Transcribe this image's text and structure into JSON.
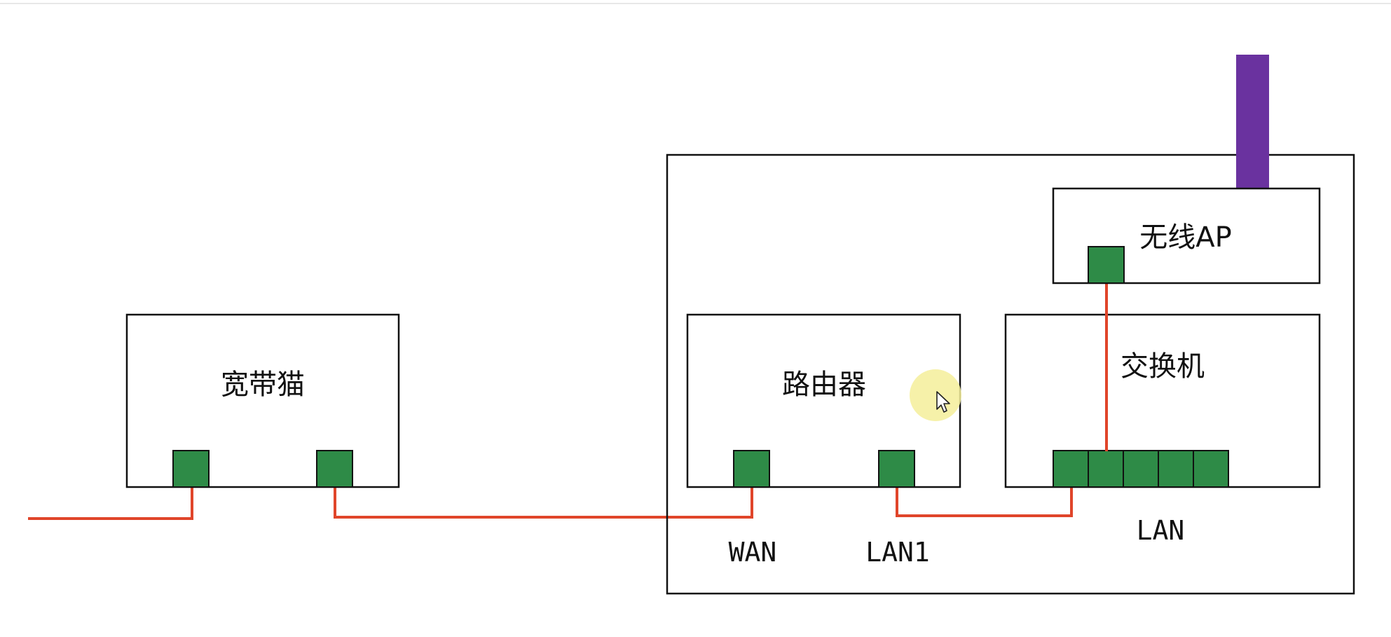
{
  "colors": {
    "background": "#ffffff",
    "box_stroke": "#111111",
    "port_fill": "#2e8b47",
    "port_stroke": "#111111",
    "cable": "#e0452a",
    "antenna": "#6a329f",
    "cursor_highlight": "#f4ef9a"
  },
  "devices": {
    "modem": {
      "label": "宽带猫"
    },
    "router": {
      "label": "路由器"
    },
    "switch": {
      "label": "交换机"
    },
    "wireless_ap": {
      "label": "无线AP"
    }
  },
  "port_labels": {
    "wan": "WAN",
    "lan1": "LAN1",
    "lan": "LAN"
  },
  "switch_port_count": 5,
  "icons": {
    "antenna": "antenna-icon",
    "cursor": "mouse-pointer-icon"
  }
}
